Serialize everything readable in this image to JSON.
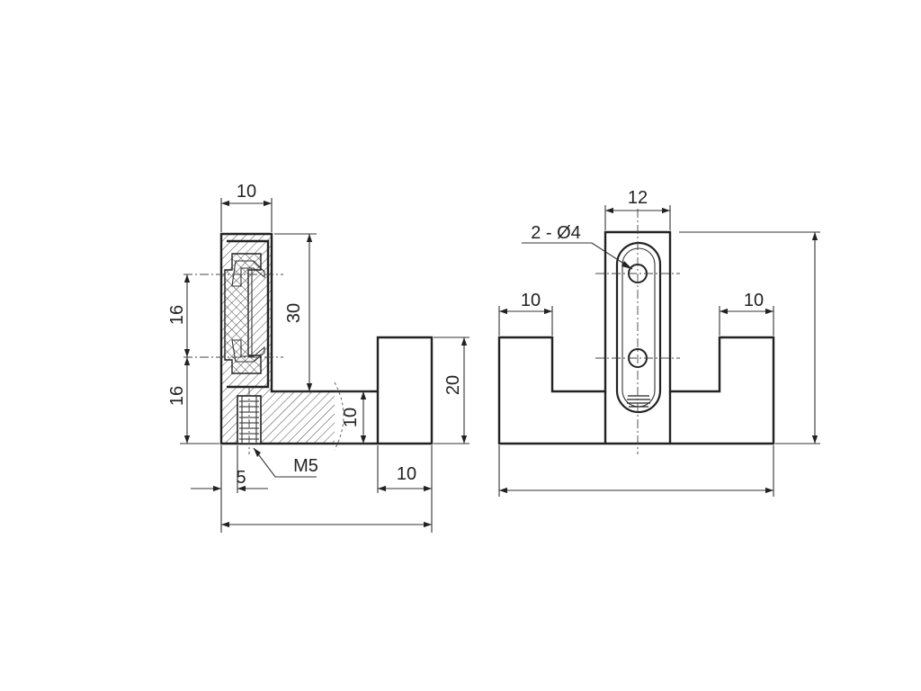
{
  "side_view": {
    "dims": {
      "top_width": "10",
      "height_30": "30",
      "upper_16": "16",
      "lower_16": "16",
      "tab_height": "20",
      "base_height": "10",
      "thread_offset": "5",
      "tab_width": "10"
    },
    "thread_label": "M5"
  },
  "front_view": {
    "dims": {
      "slot_width": "12",
      "hole_label": "2 - Ø4",
      "left_step": "10",
      "right_step": "10"
    }
  }
}
